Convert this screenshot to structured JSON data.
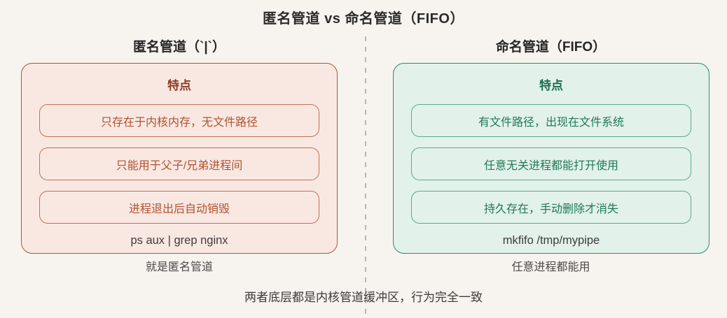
{
  "title": "匿名管道 vs 命名管道（FIFO）",
  "left": {
    "header": "匿名管道（`|`）",
    "panel_heading": "特点",
    "features": [
      "只存在于内核内存，无文件路径",
      "只能用于父子/兄弟进程间",
      "进程退出后自动销毁"
    ],
    "code": "ps aux | grep nginx",
    "caption": "就是匿名管道"
  },
  "right": {
    "header": "命名管道（FIFO）",
    "panel_heading": "特点",
    "features": [
      "有文件路径，出现在文件系统",
      "任意无关进程都能打开使用",
      "持久存在，手动删除才消失"
    ],
    "code": "mkfifo /tmp/mypipe",
    "caption": "任意进程都能用"
  },
  "footer_note": "两者底层都是内核管道缓冲区，行为完全一致",
  "colors": {
    "background": "#f7f4ef",
    "divider": "#b9b6b0",
    "title_text": "#2b2b2b",
    "left_panel_fill": "#f9e8e2",
    "left_panel_border": "#a9553b",
    "left_item_border": "#c07157",
    "left_heading": "#8c3a24",
    "left_text": "#b2512f",
    "right_panel_fill": "#e2f1e9",
    "right_panel_border": "#2f8a68",
    "right_item_border": "#5ea98b",
    "right_heading": "#1d6b4c",
    "right_text": "#1f7a55",
    "code_text": "#3d3d3d",
    "caption_text": "#4a4a4a"
  }
}
